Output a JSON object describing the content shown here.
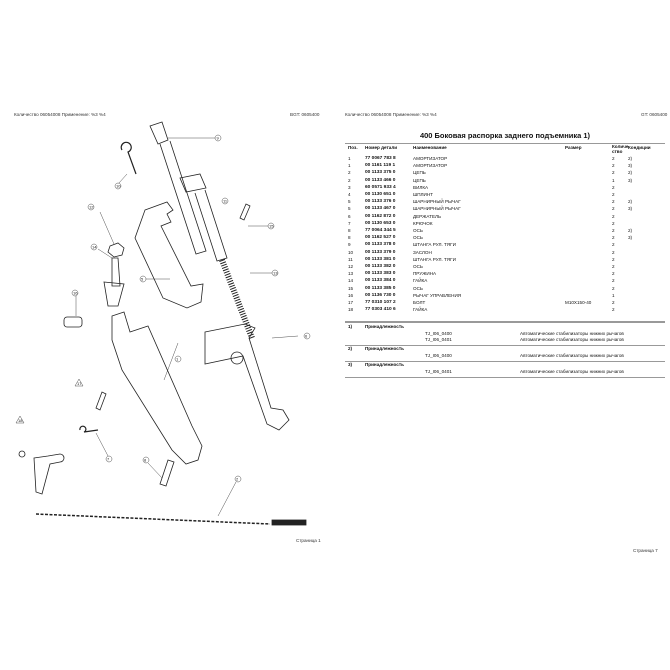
{
  "left_page": {
    "header_left": "Количество 06054008   Применение: %3 %4",
    "header_right": "BGT: 0605400",
    "footer": "Страница 1",
    "callouts": [
      "9",
      "10",
      "11",
      "15",
      "13",
      "12",
      "14",
      "16",
      "5",
      "1",
      "6",
      "17",
      "18",
      "7",
      "8",
      "2"
    ]
  },
  "right_page": {
    "header_left": "Количество 06054008   Применение: %3 %4",
    "header_right": "GT: 0605400",
    "title": "400 Боковая распорка заднего подъемника  1)",
    "footer": "Страница 7",
    "columns": {
      "pos": "Поз.",
      "number": "Номер детали",
      "name": "Наименование",
      "size": "Размер",
      "qty": "Количе ство",
      "cond": "Кондиции"
    },
    "rows": [
      {
        "pos": "1",
        "number": "77 0067 783 8",
        "name": "АМОРТИЗАТОР",
        "size": "",
        "qty": "2",
        "cond": "2)"
      },
      {
        "pos": "1",
        "number": "00 1161 119 1",
        "name": "АМОРТИЗАТОР",
        "size": "",
        "qty": "2",
        "cond": "3)"
      },
      {
        "pos": "2",
        "number": "00 1133 375 0",
        "name": "ЦЕПЬ",
        "size": "",
        "qty": "2",
        "cond": "2)"
      },
      {
        "pos": "2",
        "number": "00 1133 466 0",
        "name": "ЦЕПЬ",
        "size": "",
        "qty": "1",
        "cond": "3)"
      },
      {
        "pos": "3",
        "number": "60 0571 933 4",
        "name": "ВИЛКА",
        "size": "",
        "qty": "2",
        "cond": ""
      },
      {
        "pos": "4",
        "number": "00 1130 651 0",
        "name": "ШПЛИНТ",
        "size": "",
        "qty": "2",
        "cond": ""
      },
      {
        "pos": "5",
        "number": "00 1133 376 0",
        "name": "ШАРНИРНЫЙ РЫЧАГ",
        "size": "",
        "qty": "2",
        "cond": "2)"
      },
      {
        "pos": "5",
        "number": "00 1133 467 0",
        "name": "ШАРНИРНЫЙ РЫЧАГ",
        "size": "",
        "qty": "2",
        "cond": "3)"
      },
      {
        "pos": "6",
        "number": "00 1162 872 0",
        "name": "ДЕРЖАТЕЛЬ",
        "size": "",
        "qty": "2",
        "cond": ""
      },
      {
        "pos": "7",
        "number": "00 1130 653 0",
        "name": "КРЮЧОК",
        "size": "",
        "qty": "2",
        "cond": ""
      },
      {
        "pos": "8",
        "number": "77 0064 344 5",
        "name": "ОСЬ",
        "size": "",
        "qty": "2",
        "cond": "2)"
      },
      {
        "pos": "8",
        "number": "00 1162 527 0",
        "name": "ОСЬ",
        "size": "",
        "qty": "2",
        "cond": "3)"
      },
      {
        "pos": "9",
        "number": "00 1133 378 0",
        "name": "ШТАНГА РУЛ. ТЯГИ",
        "size": "",
        "qty": "2",
        "cond": ""
      },
      {
        "pos": "10",
        "number": "00 1133 379 0",
        "name": "ЗАСЛОН",
        "size": "",
        "qty": "2",
        "cond": ""
      },
      {
        "pos": "11",
        "number": "00 1133 381 0",
        "name": "ШТАНГА РУЛ. ТЯГИ",
        "size": "",
        "qty": "2",
        "cond": ""
      },
      {
        "pos": "12",
        "number": "00 1133 382 0",
        "name": "ОСЬ",
        "size": "",
        "qty": "2",
        "cond": ""
      },
      {
        "pos": "13",
        "number": "00 1133 383 0",
        "name": "ПРУЖИНА",
        "size": "",
        "qty": "2",
        "cond": ""
      },
      {
        "pos": "14",
        "number": "00 1133 384 0",
        "name": "ГАЙКА",
        "size": "",
        "qty": "2",
        "cond": ""
      },
      {
        "pos": "15",
        "number": "00 1133 385 0",
        "name": "ОСЬ",
        "size": "",
        "qty": "2",
        "cond": ""
      },
      {
        "pos": "16",
        "number": "00 1136 730 0",
        "name": "РЫЧАГ УПРАВЛЕНИЯ",
        "size": "",
        "qty": "1",
        "cond": ""
      },
      {
        "pos": "17",
        "number": "77 0310 107 2",
        "name": "БОЛТ",
        "size": "M10X150-40",
        "qty": "2",
        "cond": ""
      },
      {
        "pos": "18",
        "number": "77 0303 410 6",
        "name": "ГАЙКА",
        "size": "",
        "qty": "2",
        "cond": ""
      }
    ],
    "footnotes": [
      {
        "key": "1)",
        "heading": "Принадлежность",
        "items": [
          {
            "ref": "TJ_I06_0400",
            "desc": "Автоматические  стабилизаторы нижних рычагов"
          },
          {
            "ref": "TJ_I06_0401",
            "desc": "Автоматические  стабилизаторы нижних рычагов"
          }
        ]
      },
      {
        "key": "2)",
        "heading": "Принадлежность",
        "items": [
          {
            "ref": "TJ_I06_0400",
            "desc": "Автоматические  стабилизаторы нижних рычагов"
          }
        ]
      },
      {
        "key": "3)",
        "heading": "Принадлежность",
        "items": [
          {
            "ref": "TJ_I06_0401",
            "desc": "Автоматические  стабилизаторы нижних рычагов"
          }
        ]
      }
    ]
  }
}
